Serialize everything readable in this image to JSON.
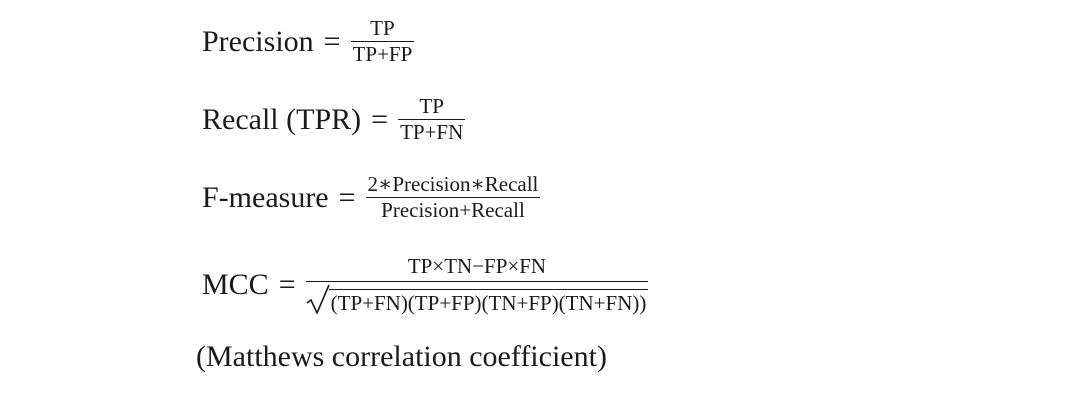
{
  "equations": {
    "precision": {
      "lhs": "Precision",
      "equals": "=",
      "numerator": "TP",
      "denominator": "TP+FP"
    },
    "recall": {
      "lhs": "Recall (TPR)",
      "equals": "=",
      "numerator": "TP",
      "denominator": "TP+FN"
    },
    "fmeasure": {
      "lhs": "F-measure",
      "equals": "=",
      "numerator": "2∗Precision∗Recall",
      "denominator": "Precision+Recall"
    },
    "mcc": {
      "lhs": "MCC",
      "equals": "=",
      "numerator": "TP×TN−FP×FN",
      "denominator": "(TP+FN)(TP+FP)(TN+FP)(TN+FN))"
    }
  },
  "caption": "(Matthews correlation coefficient)"
}
